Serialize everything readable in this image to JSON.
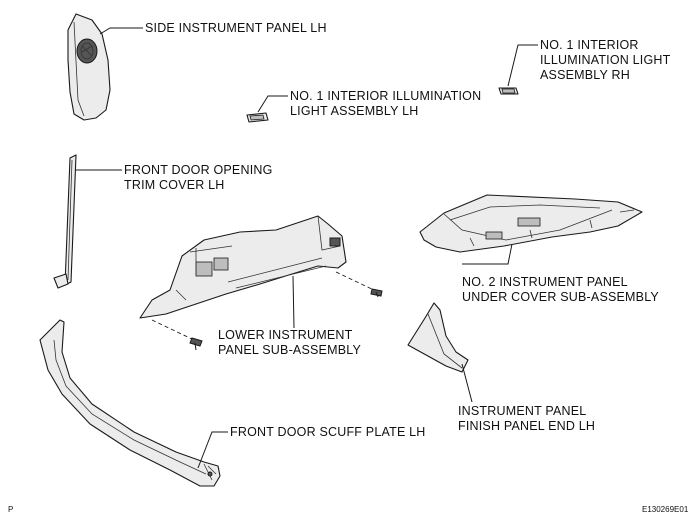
{
  "labels": {
    "side_panel": [
      "SIDE INSTRUMENT PANEL LH"
    ],
    "illum_rh": [
      "NO. 1 INTERIOR",
      "ILLUMINATION LIGHT",
      "ASSEMBLY RH"
    ],
    "illum_lh": [
      "NO. 1 INTERIOR ILLUMINATION",
      "LIGHT ASSEMBLY LH"
    ],
    "door_trim": [
      "FRONT DOOR OPENING",
      "TRIM COVER LH"
    ],
    "under_cover": [
      "NO. 2 INSTRUMENT PANEL",
      "UNDER COVER SUB-ASSEMBLY"
    ],
    "lower_panel": [
      "LOWER INSTRUMENT",
      "PANEL SUB-ASSEMBLY"
    ],
    "finish_end": [
      "INSTRUMENT PANEL",
      "FINISH PANEL END LH"
    ],
    "scuff_plate": [
      "FRONT DOOR SCUFF PLATE LH"
    ]
  },
  "corner_left": "P",
  "figure_code": "E130269E01"
}
